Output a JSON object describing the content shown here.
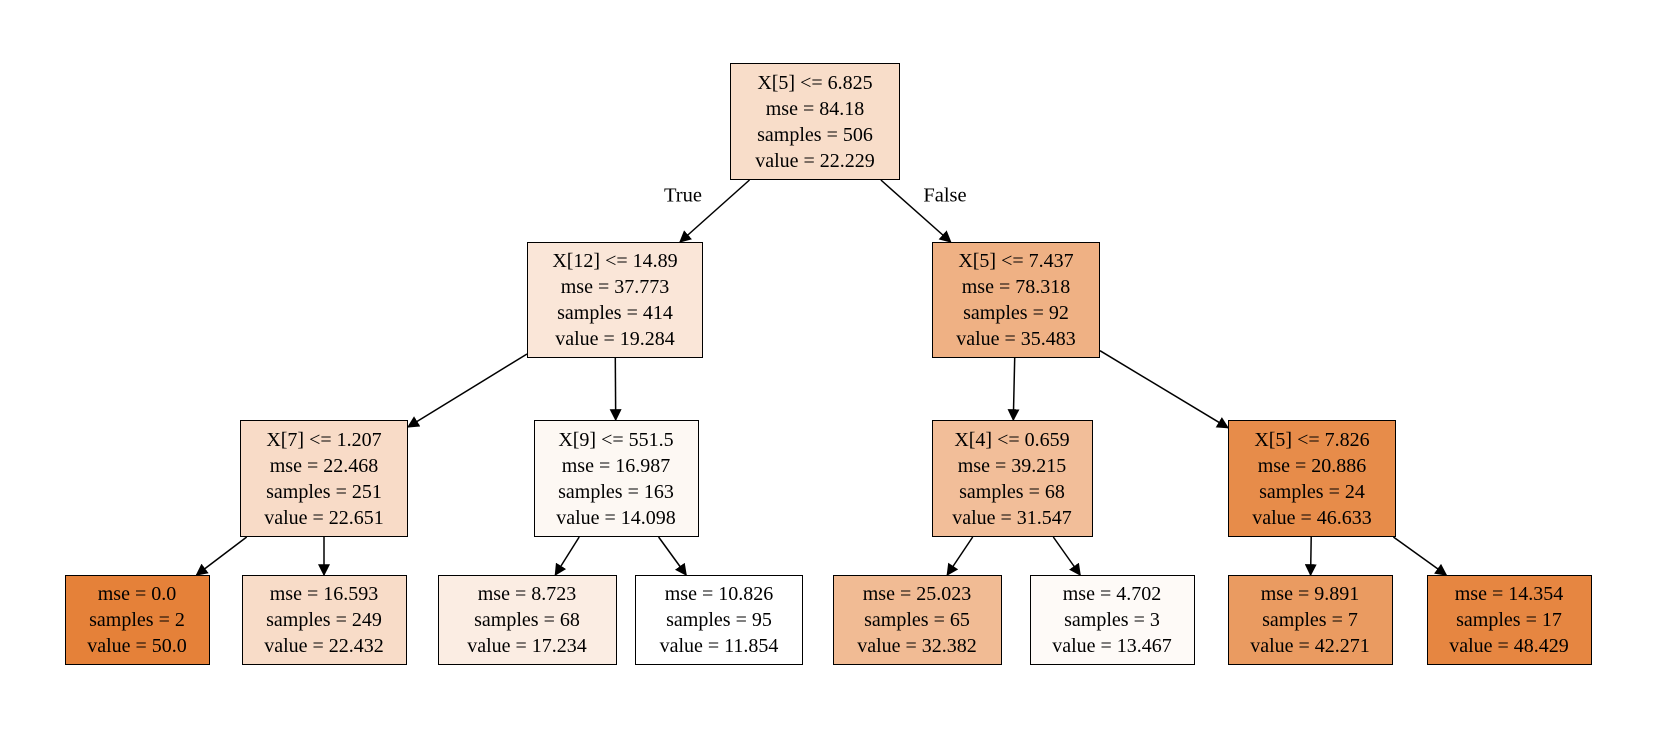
{
  "figure": {
    "background": "#ffffff",
    "node_border_color": "#000000",
    "arrow_color": "#000000",
    "text_color": "#000000"
  },
  "tree": {
    "type": "regression-decision-tree",
    "nodes": [
      {
        "id": "root",
        "condition": "X[5] <= 6.825",
        "mse": "84.18",
        "samples": "506",
        "value": "22.229",
        "fill": "#f8ddc9",
        "lines": [
          "X[5] <= 6.825",
          "mse = 84.18",
          "samples = 506",
          "value = 22.229"
        ]
      },
      {
        "id": "n_l",
        "condition": "X[12] <= 14.89",
        "mse": "37.773",
        "samples": "414",
        "value": "19.284",
        "fill": "#fae6d8",
        "lines": [
          "X[12] <= 14.89",
          "mse = 37.773",
          "samples = 414",
          "value = 19.284"
        ]
      },
      {
        "id": "n_r",
        "condition": "X[5] <= 7.437",
        "mse": "78.318",
        "samples": "92",
        "value": "35.483",
        "fill": "#efb184",
        "lines": [
          "X[5] <= 7.437",
          "mse = 78.318",
          "samples = 92",
          "value = 35.483"
        ]
      },
      {
        "id": "n_ll",
        "condition": "X[7] <= 1.207",
        "mse": "22.468",
        "samples": "251",
        "value": "22.651",
        "fill": "#f8dbc7",
        "lines": [
          "X[7] <= 1.207",
          "mse = 22.468",
          "samples = 251",
          "value = 22.651"
        ]
      },
      {
        "id": "n_lr",
        "condition": "X[9] <= 551.5",
        "mse": "16.987",
        "samples": "163",
        "value": "14.098",
        "fill": "#fdf8f3",
        "lines": [
          "X[9] <= 551.5",
          "mse = 16.987",
          "samples = 163",
          "value = 14.098"
        ]
      },
      {
        "id": "n_rl",
        "condition": "X[4] <= 0.659",
        "mse": "39.215",
        "samples": "68",
        "value": "31.547",
        "fill": "#f2be99",
        "lines": [
          "X[4] <= 0.659",
          "mse = 39.215",
          "samples = 68",
          "value = 31.547"
        ]
      },
      {
        "id": "n_rr",
        "condition": "X[5] <= 7.826",
        "mse": "20.886",
        "samples": "24",
        "value": "46.633",
        "fill": "#e78c4a",
        "lines": [
          "X[5] <= 7.826",
          "mse = 20.886",
          "samples = 24",
          "value = 46.633"
        ]
      },
      {
        "id": "leaf1",
        "mse": "0.0",
        "samples": "2",
        "value": "50.0",
        "fill": "#e58139",
        "lines": [
          "mse = 0.0",
          "samples = 2",
          "value = 50.0"
        ]
      },
      {
        "id": "leaf2",
        "mse": "16.593",
        "samples": "249",
        "value": "22.432",
        "fill": "#f8dcc8",
        "lines": [
          "mse = 16.593",
          "samples = 249",
          "value = 22.432"
        ]
      },
      {
        "id": "leaf3",
        "mse": "8.723",
        "samples": "68",
        "value": "17.234",
        "fill": "#fbede3",
        "lines": [
          "mse = 8.723",
          "samples = 68",
          "value = 17.234"
        ]
      },
      {
        "id": "leaf4",
        "mse": "10.826",
        "samples": "95",
        "value": "11.854",
        "fill": "#ffffff",
        "lines": [
          "mse = 10.826",
          "samples = 95",
          "value = 11.854"
        ]
      },
      {
        "id": "leaf5",
        "mse": "25.023",
        "samples": "65",
        "value": "32.382",
        "fill": "#f1bb94",
        "lines": [
          "mse = 25.023",
          "samples = 65",
          "value = 32.382"
        ]
      },
      {
        "id": "leaf6",
        "mse": "4.702",
        "samples": "3",
        "value": "13.467",
        "fill": "#fefaf7",
        "lines": [
          "mse = 4.702",
          "samples = 3",
          "value = 13.467"
        ]
      },
      {
        "id": "leaf7",
        "mse": "9.891",
        "samples": "7",
        "value": "42.271",
        "fill": "#ea9b61",
        "lines": [
          "mse = 9.891",
          "samples = 7",
          "value = 42.271"
        ]
      },
      {
        "id": "leaf8",
        "mse": "14.354",
        "samples": "17",
        "value": "48.429",
        "fill": "#e68641",
        "lines": [
          "mse = 14.354",
          "samples = 17",
          "value = 48.429"
        ]
      }
    ],
    "edges": [
      {
        "from": "root",
        "to": "n_l",
        "label": "True"
      },
      {
        "from": "root",
        "to": "n_r",
        "label": "False"
      },
      {
        "from": "n_l",
        "to": "n_ll"
      },
      {
        "from": "n_l",
        "to": "n_lr"
      },
      {
        "from": "n_r",
        "to": "n_rl"
      },
      {
        "from": "n_r",
        "to": "n_rr"
      },
      {
        "from": "n_ll",
        "to": "leaf1"
      },
      {
        "from": "n_ll",
        "to": "leaf2"
      },
      {
        "from": "n_lr",
        "to": "leaf3"
      },
      {
        "from": "n_lr",
        "to": "leaf4"
      },
      {
        "from": "n_rl",
        "to": "leaf5"
      },
      {
        "from": "n_rl",
        "to": "leaf6"
      },
      {
        "from": "n_rr",
        "to": "leaf7"
      },
      {
        "from": "n_rr",
        "to": "leaf8"
      }
    ]
  }
}
